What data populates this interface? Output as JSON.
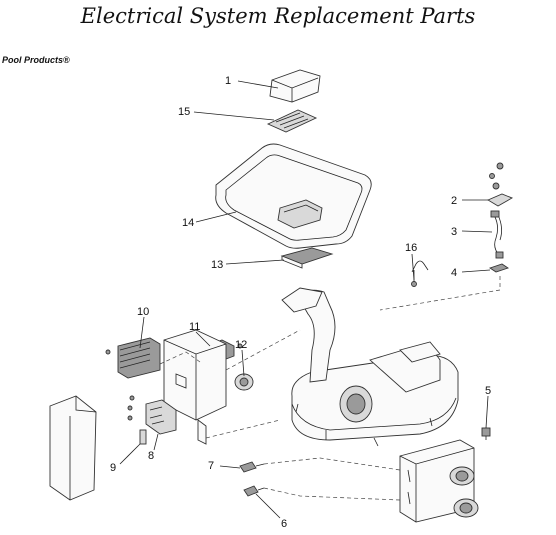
{
  "title": "Electrical System Replacement Parts",
  "brand": "Pool Products",
  "callouts": {
    "c1": "1",
    "c2": "2",
    "c3": "3",
    "c4": "4",
    "c5": "5",
    "c6": "6",
    "c7": "7",
    "c8": "8",
    "c9": "9",
    "c10": "10",
    "c11": "11",
    "c12": "12",
    "c13": "13",
    "c14": "14",
    "c15": "15",
    "c16": "16"
  }
}
